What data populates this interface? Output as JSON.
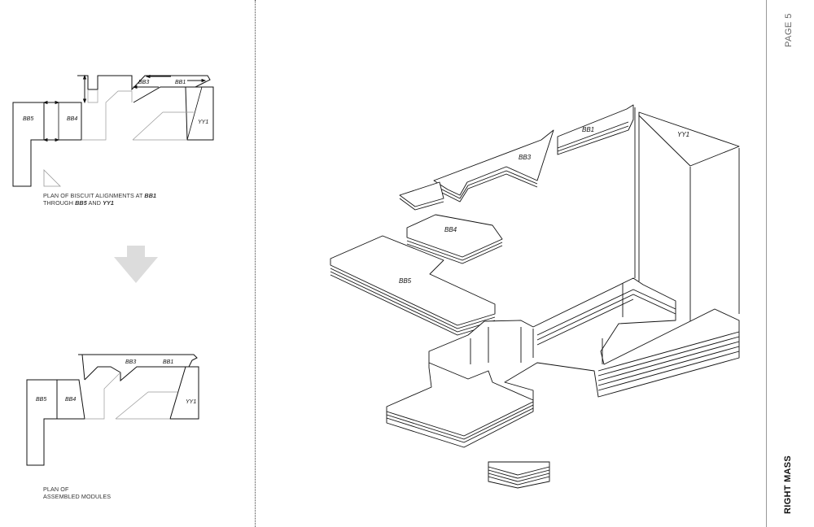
{
  "page": {
    "number": "PAGE 5",
    "title": "RIGHT MASS"
  },
  "plan_biscuit": {
    "caption_lines": [
      "PLAN OF BISCUIT ALIGNMENTS AT ",
      "BB1",
      "THROUGH ",
      "BB5",
      " AND ",
      "YY1"
    ],
    "labels": {
      "bb1": "BB1",
      "bb3": "BB3",
      "bb4": "BB4",
      "bb5": "BB5",
      "yy1": "YY1"
    }
  },
  "plan_assembled": {
    "caption_line1": "PLAN OF",
    "caption_line2": "ASSEMBLED MODULES",
    "labels": {
      "bb1": "BB1",
      "bb3": "BB3",
      "bb4": "BB4",
      "bb5": "BB5",
      "yy1": "YY1"
    }
  },
  "axon": {
    "labels": {
      "bb1": "BB1",
      "bb3": "BB3",
      "bb4": "BB4",
      "bb5": "BB5",
      "yy1": "YY1"
    }
  },
  "colors": {
    "arrow": "#dcdcdc",
    "line": "#111111",
    "hatch": "#888888"
  },
  "icons": {
    "flow_arrow": "down-chevron-arrow"
  }
}
